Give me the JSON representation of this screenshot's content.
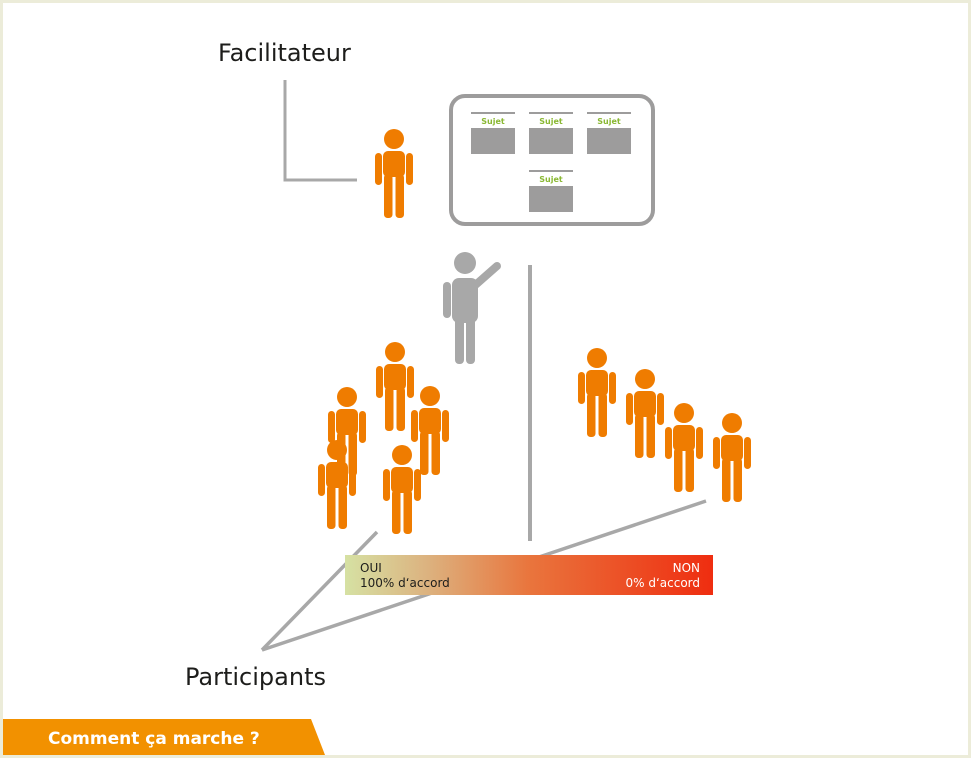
{
  "labels": {
    "facilitator": "Facilitateur",
    "participants": "Participants"
  },
  "board": {
    "cards": [
      "Sujet",
      "Sujet",
      "Sujet",
      "Sujet"
    ]
  },
  "scale": {
    "left_title": "OUI",
    "left_value": "100% d‘accord",
    "right_title": "NON",
    "right_value": "0% d‘accord"
  },
  "footer_tab": {
    "label": "Comment ça marche ?"
  },
  "colors": {
    "person_orange": "#ef7c00",
    "facilitator_gray": "#a8a8a8",
    "board_gray": "#9d9c9c",
    "sujet_green": "#8ab833",
    "scale_left": "#d6e1a3",
    "scale_right": "#ef2d10",
    "tab_orange": "#f29100",
    "line_gray": "#a8a8a8",
    "frame_border": "#ececd9"
  }
}
